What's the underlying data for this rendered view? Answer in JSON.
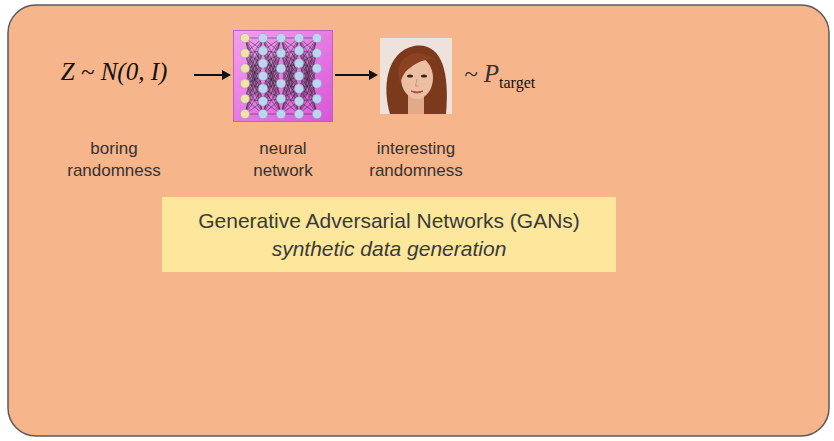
{
  "diagram": {
    "nodes": [
      {
        "text": [
          "Z ~ N(0, I)",
          "boring randomness"
        ]
      },
      {
        "text": [
          "neural network"
        ]
      },
      {
        "text": [
          "~ P",
          "target",
          "interesting randomness"
        ]
      },
      {
        "text": [
          "Generative Adversarial Networks (GANs)",
          "synthetic data generation"
        ]
      }
    ],
    "edges": [
      {
        "from": 0,
        "to": 1,
        "arrow": "to"
      },
      {
        "from": 1,
        "to": 2,
        "arrow": "to"
      }
    ]
  }
}
